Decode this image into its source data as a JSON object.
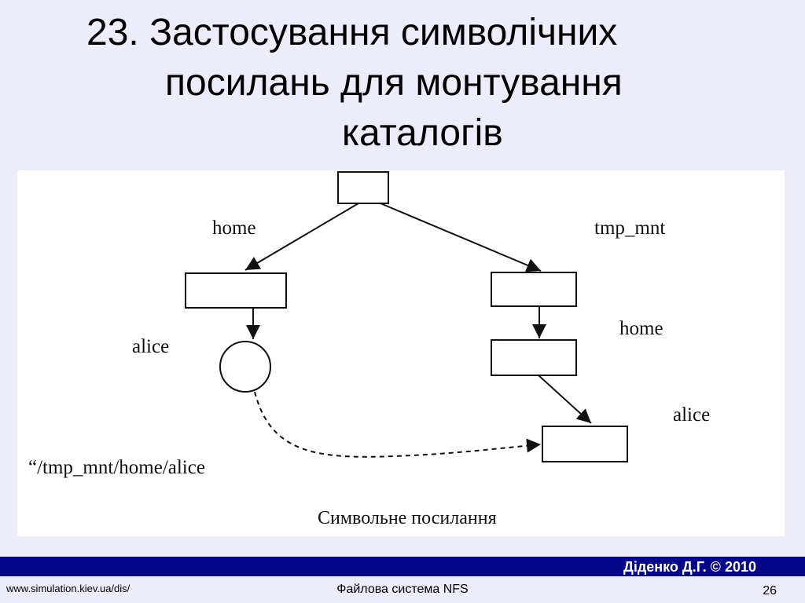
{
  "slide": {
    "title_line1": "23. Застосування символічних",
    "title_line2": "посилань для монтування",
    "title_line3": "каталогів"
  },
  "diagram": {
    "labels": {
      "home_left": "home",
      "tmp_mnt": "tmp_mnt",
      "alice_left": "alice",
      "home_right": "home",
      "alice_right": "alice",
      "link_path": "“/tmp_mnt/home/alice"
    },
    "caption": "Символьне посилання"
  },
  "footer": {
    "author": "Діденко Д.Г. © 2010",
    "url": "www.simulation.kiev.ua/dis/",
    "topic": "Файлова система NFS",
    "page": "26"
  },
  "colors": {
    "background": "#ececfa",
    "footer_bar": "#07078a"
  }
}
